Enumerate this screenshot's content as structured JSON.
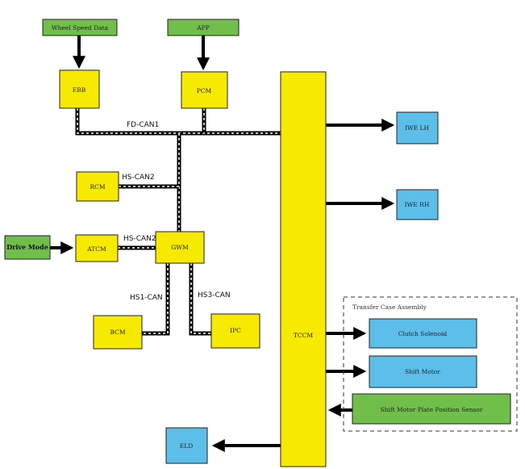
{
  "colors": {
    "module_fill": "#f6ea00",
    "input_fill": "#6fbf4a",
    "output_fill": "#5cbfe9",
    "border": "#222222",
    "bus_dash": "#ffffff",
    "line": "#000000"
  },
  "inputs": {
    "wheel_speed": "Wheel Speed Data",
    "app": "APP",
    "drive_mode": "Drive Mode"
  },
  "modules": {
    "ebb": "EBB",
    "pcm": "PCM",
    "rcm": "RCM",
    "atcm": "ATCM",
    "gwm": "GWM",
    "bcm": "BCM",
    "ipc": "IPC",
    "tccm": "TCCM"
  },
  "outputs": {
    "iwe_lh": "IWE LH",
    "iwe_rh": "IWE RH",
    "eld": "ELD"
  },
  "buses": {
    "fd_can1": "FD-CAN1",
    "hs_can2_rcm": "HS-CAN2",
    "hs_can2_atcm": "HS-CAN2",
    "hs1_can": "HS1-CAN",
    "hs3_can": "HS3-CAN"
  },
  "transfer_case": {
    "title": "Transfer Case Assembly",
    "clutch_solenoid": "Clutch Solenoid",
    "shift_motor": "Shift Motor",
    "shift_motor_sensor": "Shift Motor Plate Position Sensor"
  }
}
